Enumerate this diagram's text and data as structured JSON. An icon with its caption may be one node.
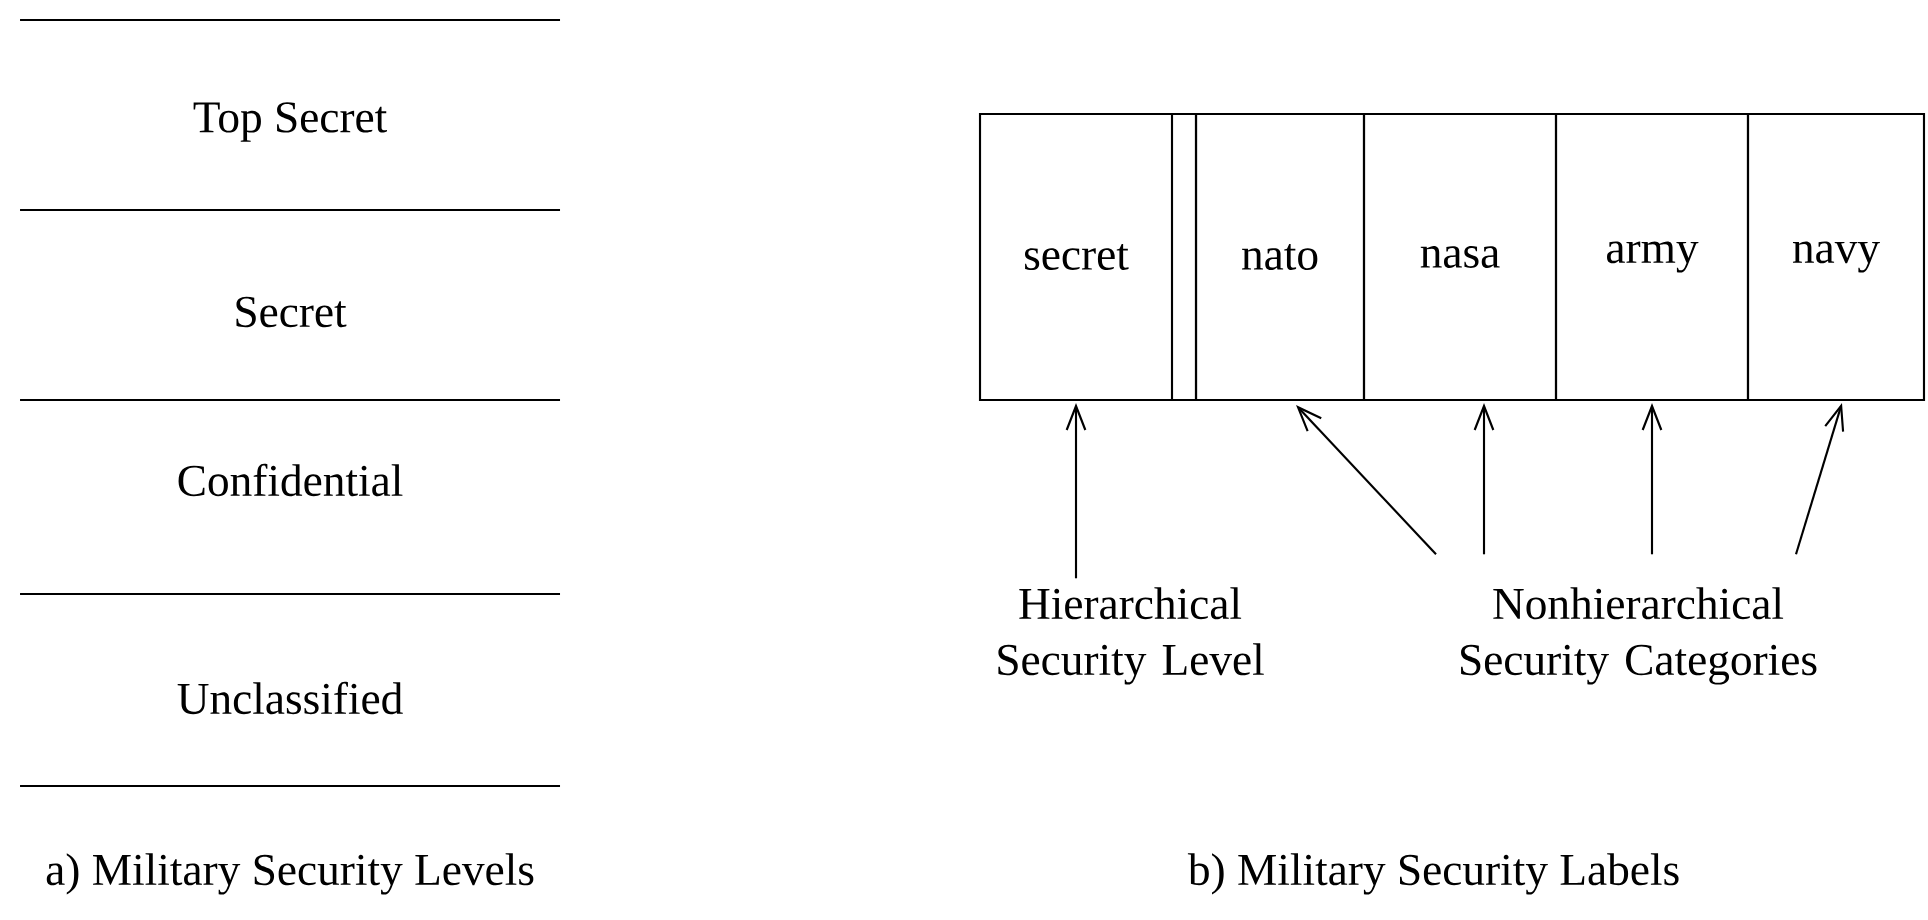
{
  "diagram": {
    "nodes": [
      {
        "text": [
          "secret"
        ]
      },
      {
        "text": [
          "nato"
        ]
      },
      {
        "text": [
          "nasa"
        ]
      },
      {
        "text": [
          "army"
        ]
      },
      {
        "text": [
          "navy"
        ]
      },
      {
        "text": [
          "Hierarchical Security Level"
        ]
      },
      {
        "text": [
          "Nonhierarchical Security Categories"
        ]
      }
    ],
    "edges": [
      {
        "from": 5,
        "to": 0,
        "arrow": "to"
      },
      {
        "from": 6,
        "to": 1,
        "arrow": "to"
      },
      {
        "from": 6,
        "to": 2,
        "arrow": "to"
      },
      {
        "from": 6,
        "to": 3,
        "arrow": "to"
      },
      {
        "from": 6,
        "to": 4,
        "arrow": "to"
      }
    ],
    "labels": [
      "Top Secret",
      "Secret",
      "Confidential",
      "Unclassified",
      "a) Military Security Levels",
      "b) Military Security Labels"
    ]
  }
}
